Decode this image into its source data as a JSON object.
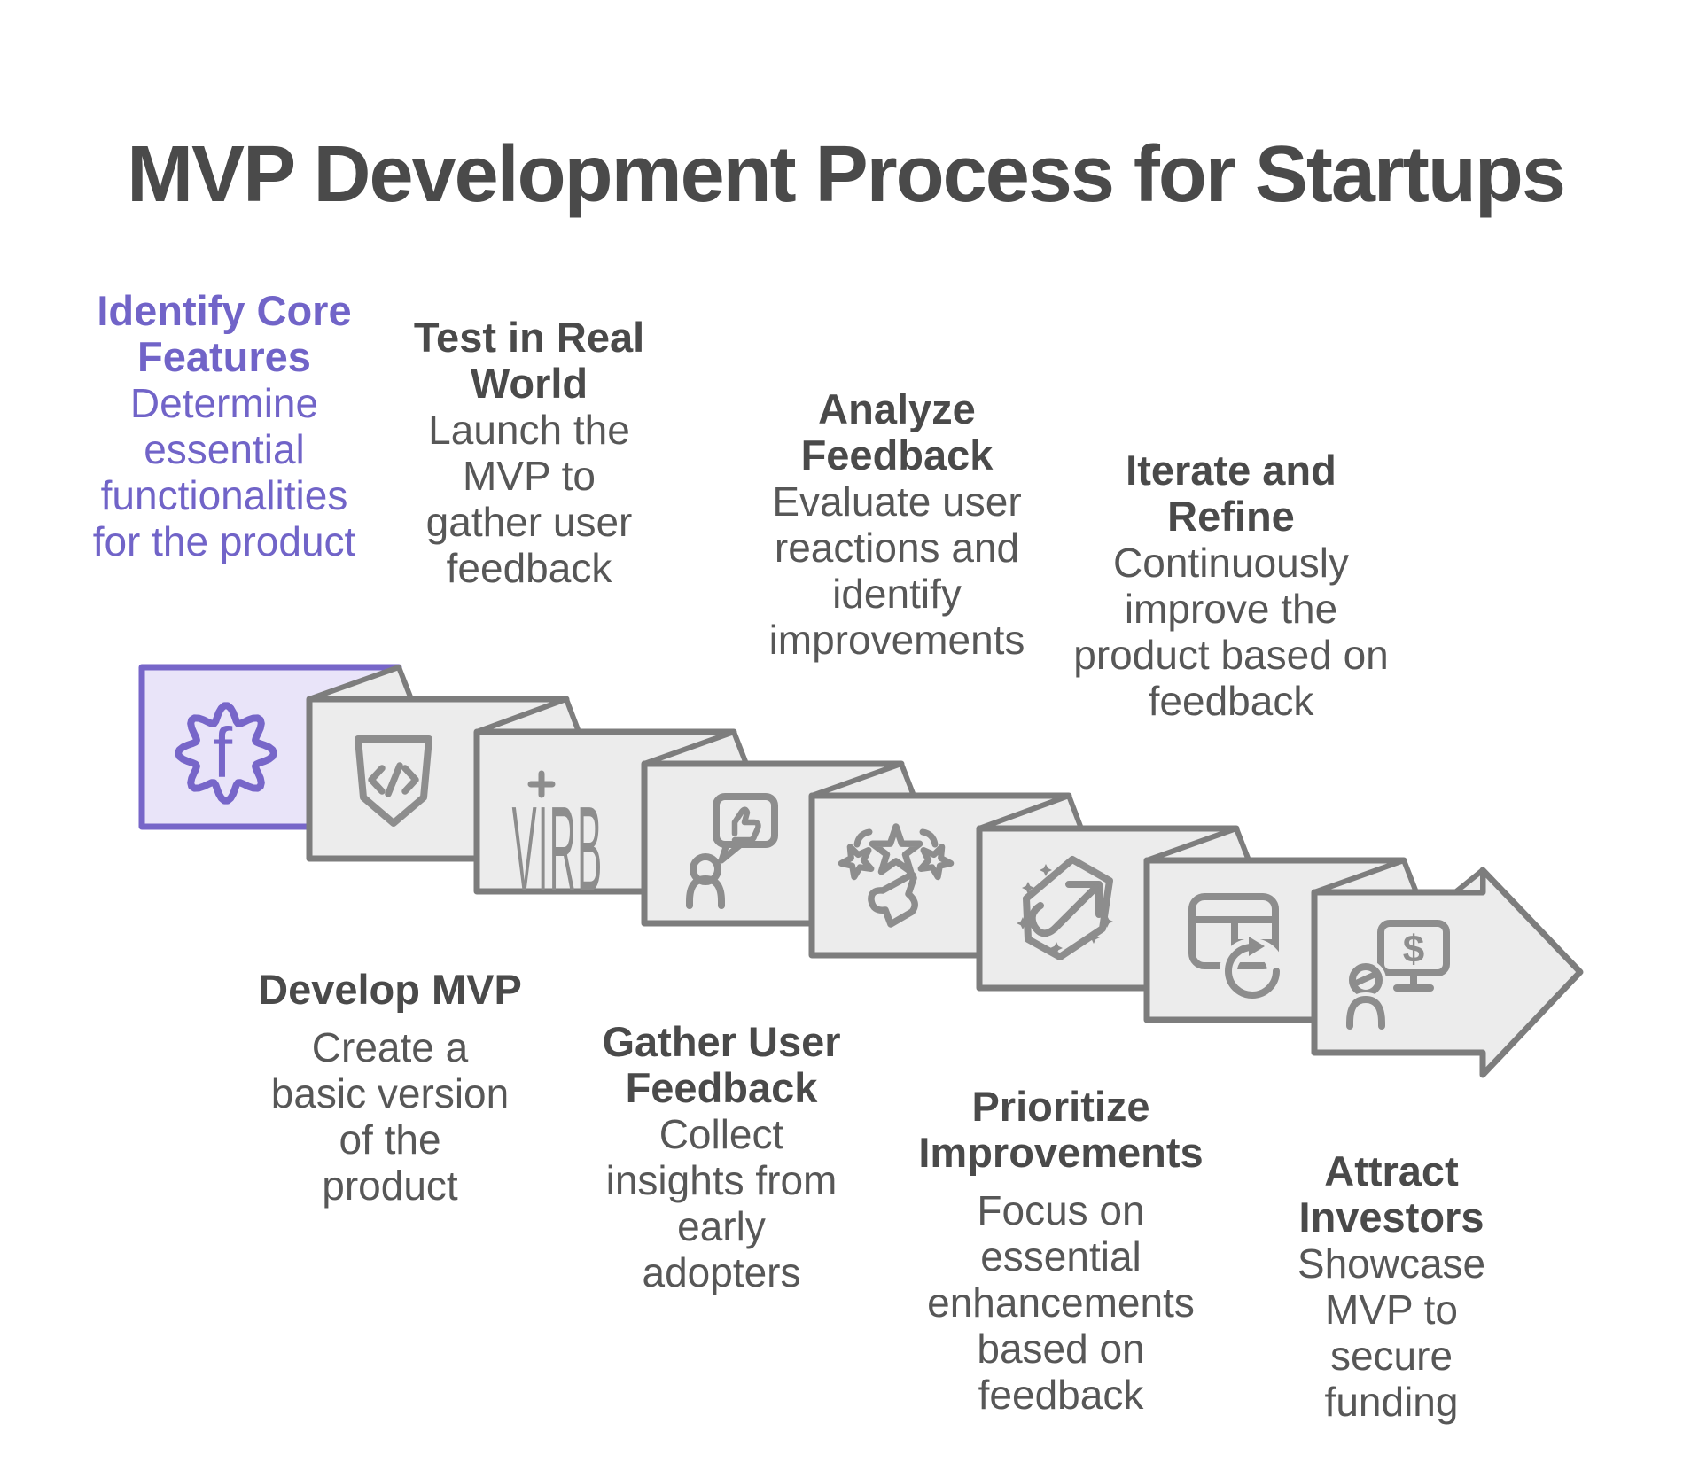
{
  "title": "MVP Development Process for Startups",
  "colors": {
    "heading": "#4a4a4a",
    "body": "#575757",
    "purple_text": "#7164c8",
    "purple_fill": "#e9e4f9",
    "purple_border": "#7766c9",
    "card_fill": "#ececec",
    "card_border": "#7d7d7d",
    "icon_stroke": "#8d8d8d",
    "background": "#ffffff"
  },
  "top_blocks": [
    {
      "id": "identify-core-features",
      "heading_lines": [
        "Identify Core",
        "Features"
      ],
      "body_lines": [
        "Determine",
        "essential",
        "functionalities",
        "for the product"
      ]
    },
    {
      "id": "test-in-real-world",
      "heading_lines": [
        "Test in Real",
        "World"
      ],
      "body_lines": [
        "Launch the",
        "MVP to",
        "gather user",
        "feedback"
      ]
    },
    {
      "id": "analyze-feedback",
      "heading_lines": [
        "Analyze",
        "Feedback"
      ],
      "body_lines": [
        "Evaluate user",
        "reactions and",
        "identify",
        "improvements"
      ]
    },
    {
      "id": "iterate-and-refine",
      "heading_lines": [
        "Iterate and",
        "Refine"
      ],
      "body_lines": [
        "Continuously",
        "improve the",
        "product based on",
        "feedback"
      ]
    }
  ],
  "bottom_blocks": [
    {
      "id": "develop-mvp",
      "heading_lines": [
        "Develop MVP"
      ],
      "body_lines": [
        "Create a",
        "basic version",
        "of the",
        "product"
      ]
    },
    {
      "id": "gather-user-feedback",
      "heading_lines": [
        "Gather User",
        "Feedback"
      ],
      "body_lines": [
        "Collect",
        "insights from",
        "early",
        "adopters"
      ]
    },
    {
      "id": "prioritize-improvements",
      "heading_lines": [
        "Prioritize",
        "Improvements"
      ],
      "body_lines": [
        "Focus on",
        "essential",
        "enhancements",
        "based on",
        "feedback"
      ]
    },
    {
      "id": "attract-investors",
      "heading_lines": [
        "Attract",
        "Investors"
      ],
      "body_lines": [
        "Showcase",
        "MVP to",
        "secure",
        "funding"
      ]
    }
  ],
  "flow": [
    {
      "step": "identify-core-features",
      "icon": "gear-badge-f-icon",
      "glyph": "f"
    },
    {
      "step": "develop-mvp",
      "icon": "code-shield-icon",
      "glyph": ""
    },
    {
      "step": "test-in-real-world",
      "icon": "virb-logo-icon",
      "glyph": "VIRB"
    },
    {
      "step": "gather-user-feedback",
      "icon": "user-feedback-icon",
      "glyph": ""
    },
    {
      "step": "analyze-feedback",
      "icon": "rating-stars-icon",
      "glyph": ""
    },
    {
      "step": "prioritize-improvements",
      "icon": "iterate-arrow-icon",
      "glyph": ""
    },
    {
      "step": "iterate-and-refine",
      "icon": "table-refresh-icon",
      "glyph": ""
    },
    {
      "step": "attract-investors",
      "icon": "investor-pitch-icon",
      "glyph": "$"
    }
  ]
}
